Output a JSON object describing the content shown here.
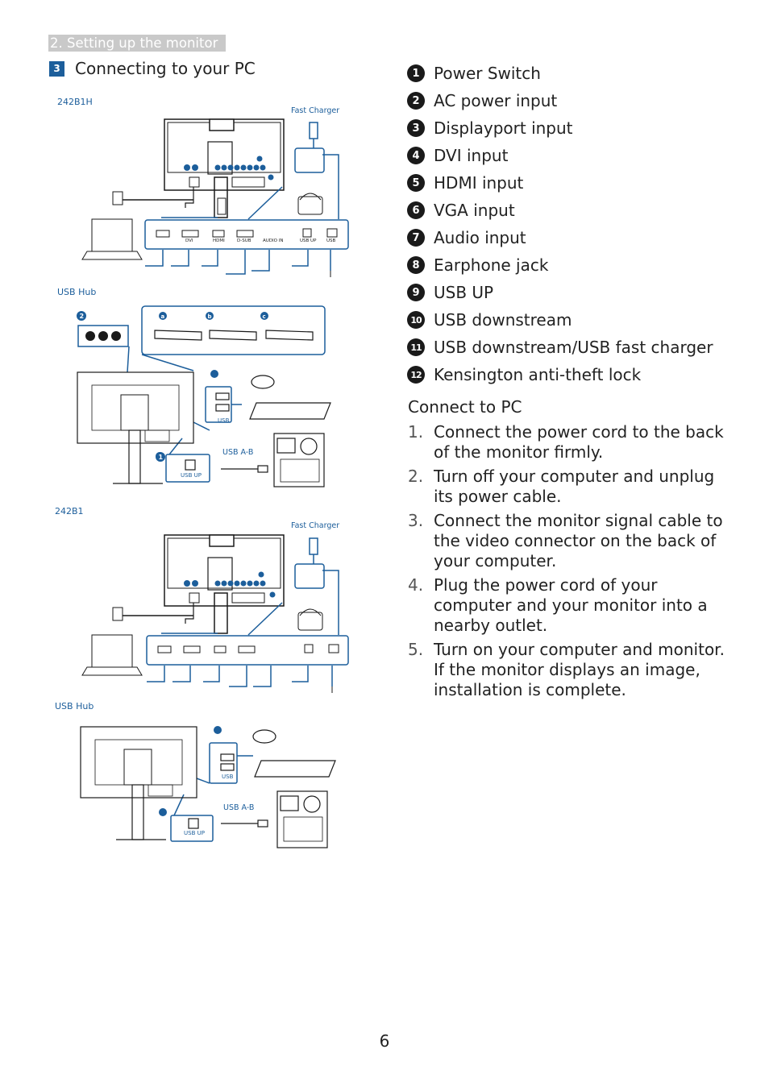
{
  "header": {
    "section": "2. Setting up the monitor",
    "heading_number": "3",
    "heading": "Connecting to your PC"
  },
  "figures": {
    "model_a": "242B1H",
    "model_b": "242B1",
    "usb_hub": "USB Hub",
    "fast_charger": "Fast Charger",
    "usb_ab": "USB A-B",
    "usb_up": "USB UP",
    "usb": "USB",
    "step_a": "a",
    "step_b": "b",
    "step_c": "c",
    "callout_1": "1",
    "callout_2": "2",
    "port_labels": [
      "DVI",
      "HDMI",
      "D-SUB",
      "AUDIO IN",
      "USB UP",
      "USB"
    ]
  },
  "legend": [
    {
      "num": "1",
      "label": "Power Switch"
    },
    {
      "num": "2",
      "label": "AC power input"
    },
    {
      "num": "3",
      "label": "Displayport input"
    },
    {
      "num": "4",
      "label": "DVI input"
    },
    {
      "num": "5",
      "label": "HDMI input"
    },
    {
      "num": "6",
      "label": "VGA input"
    },
    {
      "num": "7",
      "label": "Audio input"
    },
    {
      "num": "8",
      "label": "Earphone jack"
    },
    {
      "num": "9",
      "label": "USB UP"
    },
    {
      "num": "10",
      "label": "USB downstream"
    },
    {
      "num": "11",
      "label": "USB downstream/USB fast charger"
    },
    {
      "num": "12",
      "label": "Kensington anti-theft lock"
    }
  ],
  "connect": {
    "title": "Connect to PC",
    "steps": [
      {
        "num": "1.",
        "text": "Connect the power cord to the back of the monitor firmly."
      },
      {
        "num": "2.",
        "text": "Turn off your computer and unplug its power cable."
      },
      {
        "num": "3.",
        "text": "Connect the monitor signal cable to the video connector on the back of your computer."
      },
      {
        "num": "4.",
        "text": "Plug the power cord of your computer and your monitor into a nearby outlet."
      },
      {
        "num": "5.",
        "text": "Turn on your computer and monitor. If the monitor displays an image, installation is complete."
      }
    ]
  },
  "page_number": "6"
}
